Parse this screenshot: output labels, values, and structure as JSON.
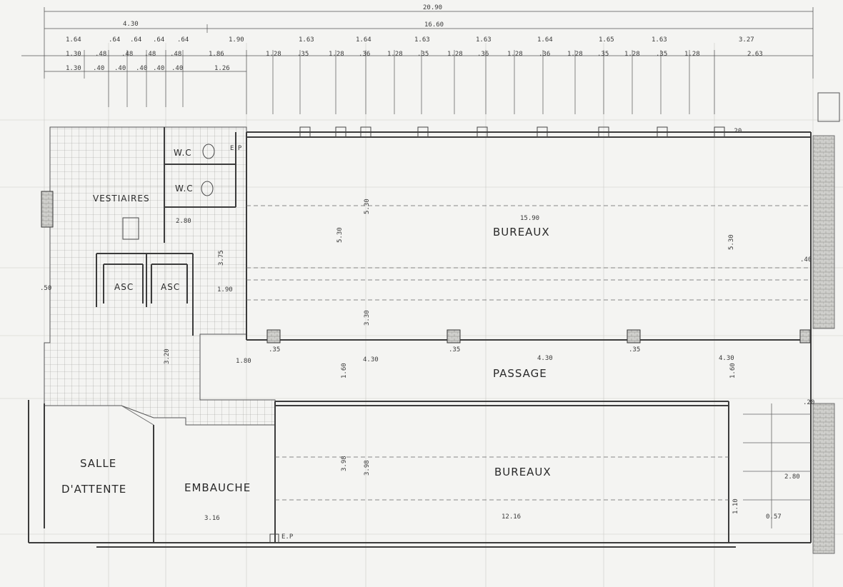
{
  "rooms": {
    "wc_1": "W.C",
    "wc_2": "W.C",
    "vestiaires": "VESTIAIRES",
    "asc_1": "ASC",
    "asc_2": "ASC",
    "bureaux_top": "BUREAUX",
    "passage": "PASSAGE",
    "bureaux_bottom": "BUREAUX",
    "salle_line1": "SALLE",
    "salle_line2": "D'ATTENTE",
    "embauche": "EMBAUCHE"
  },
  "dimensions": {
    "overall": "20.90",
    "sub_left": "4.30",
    "sub_right": "16.60",
    "row1": [
      "1.64",
      ".64",
      ".64",
      ".64",
      ".64",
      "1.90",
      "1.63",
      "1.64",
      "1.63",
      "1.63",
      "1.64",
      "1.65",
      "1.63",
      "3.27"
    ],
    "row2": [
      "1.30",
      ".48",
      ".48",
      ".48",
      ".48",
      "1.86",
      "1.28",
      ".35",
      "1.28",
      ".36",
      "1.28",
      ".35",
      "1.28",
      ".36",
      "1.28",
      ".36",
      "1.28",
      ".35",
      "1.28",
      ".35",
      "1.28",
      "2.63"
    ],
    "row3": [
      "1.30",
      ".40",
      ".40",
      ".40",
      ".40",
      ".40",
      "1.26"
    ],
    "interior": [
      "5.30",
      "5.30",
      "5.30",
      "3.30",
      "3.98",
      "3.98",
      "1.60",
      "1.60",
      "4.30",
      "4.30",
      "4.30",
      "15.90",
      "12.16",
      "3.16",
      "2.80",
      "1.90",
      "1.80",
      "3.75",
      "3.20",
      "1.10",
      "2.80",
      "0.57",
      ".50",
      ".35",
      ".35",
      ".35",
      ".40",
      ".20",
      ".20",
      "E.P",
      "E.P"
    ]
  }
}
